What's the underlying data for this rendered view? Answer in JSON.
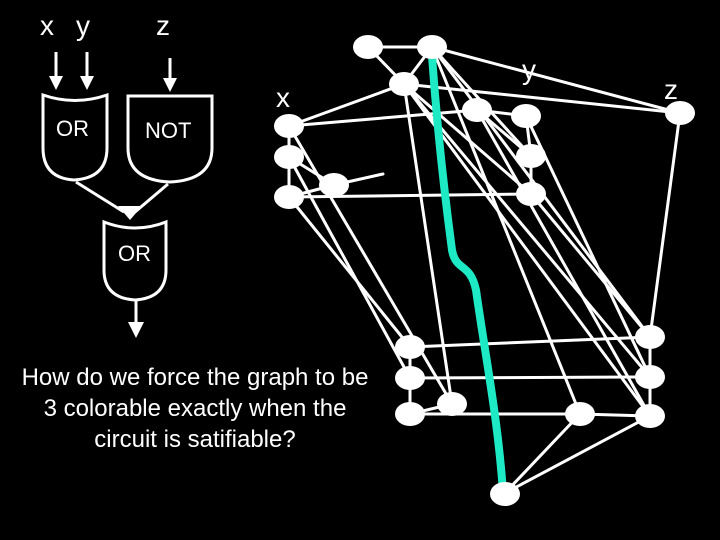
{
  "circuit": {
    "inputs": {
      "x": "x",
      "y": "y",
      "z": "z"
    },
    "gates": {
      "or_top": "OR",
      "not": "NOT",
      "or_bottom": "OR"
    }
  },
  "graph": {
    "labels": {
      "x": "x",
      "y": "y",
      "z": "z"
    },
    "edge_color": "#ffffff",
    "node_color": "#ffffff",
    "highlight_color": "#1de9c4"
  },
  "question": "How do we force the graph to be 3 colorable exactly when the circuit is satifiable?"
}
